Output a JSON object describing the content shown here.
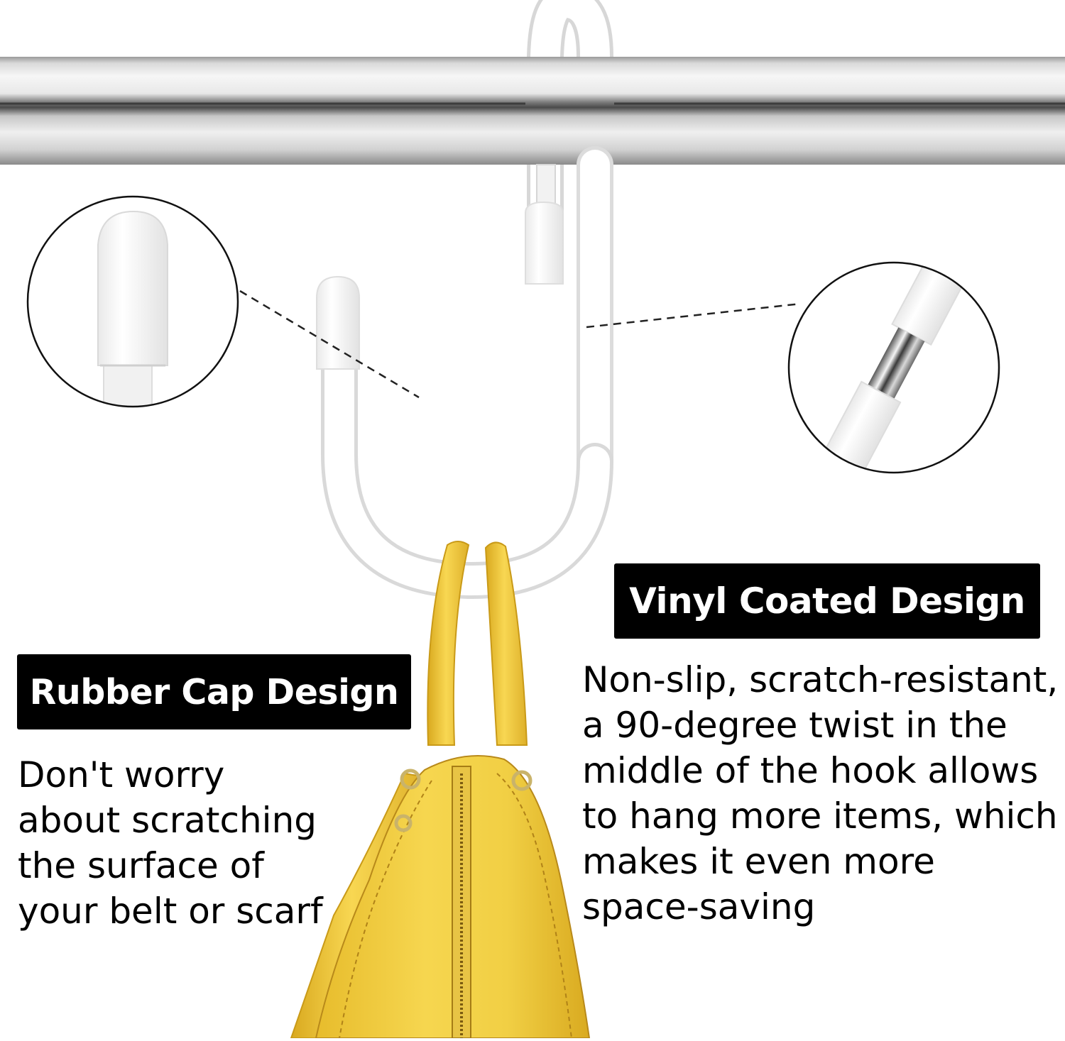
{
  "colors": {
    "background": "#ffffff",
    "label_bg": "#000000",
    "label_text": "#ffffff",
    "body_text": "#000000",
    "hook": "#ffffff",
    "rod_chrome": "#bdbdbd",
    "bag_yellow": "#f3d34a"
  },
  "callouts": {
    "rubber_cap": {
      "title": "Rubber Cap Design",
      "lines": [
        "Don't worry",
        "about scratching",
        "the surface of",
        "your belt or scarf"
      ]
    },
    "vinyl_coated": {
      "title": "Vinyl Coated Design",
      "lines": [
        "Non-slip, scratch-resistant,",
        "a 90-degree twist in the",
        "middle of the hook allows",
        "to hang more items, which",
        "makes it even more",
        "space-saving"
      ]
    }
  },
  "icons": {
    "rod": "chrome-rod-icon",
    "hook": "s-hook-icon",
    "bag": "yellow-handbag-icon",
    "zoom_cap": "rubber-cap-zoom-icon",
    "zoom_coating": "vinyl-coating-zoom-icon"
  }
}
